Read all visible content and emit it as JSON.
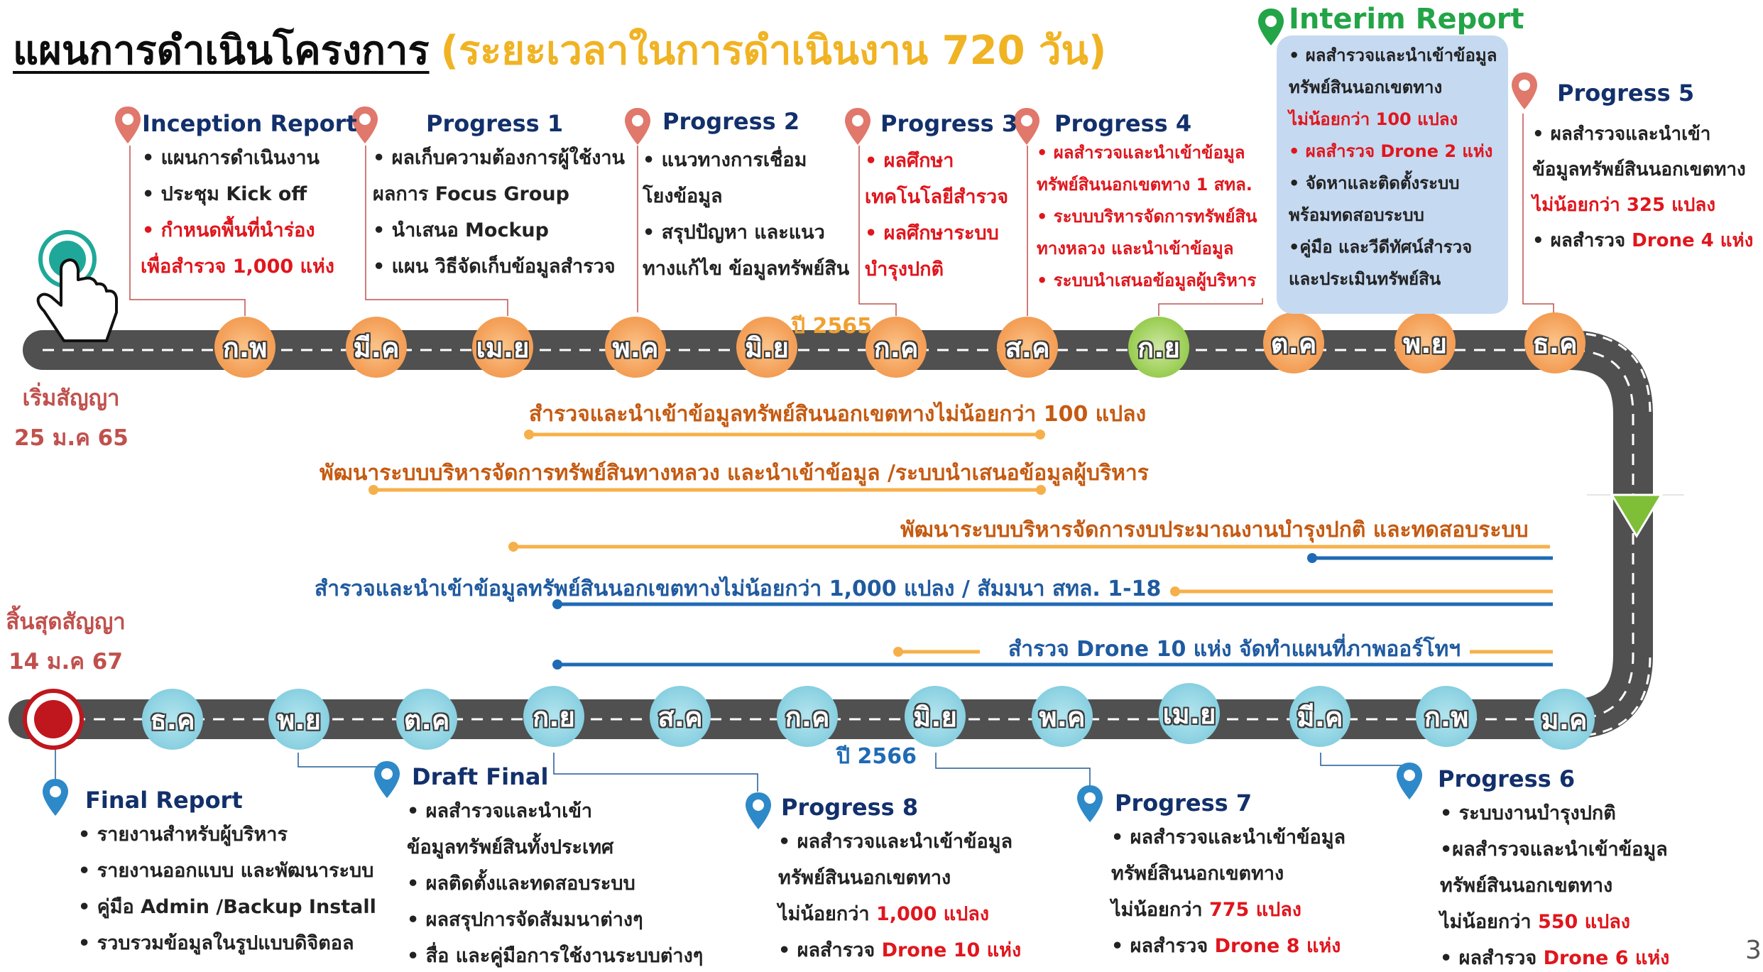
{
  "title": {
    "main": "แผนการดำเนินโครงการ",
    "sub": "(ระยะเวลาในการดำเนินงาน 720 วัน)"
  },
  "colors": {
    "orange": "#f6b04a",
    "blue": "#1f6ab5",
    "navy": "#12306b",
    "red": "#e0161d",
    "pin_red": "#e0786b",
    "pin_blue": "#2e89c9",
    "pin_green": "#23a447"
  },
  "start": {
    "label": "เริ่มสัญญา",
    "date": "25 ม.ค 65"
  },
  "end": {
    "label": "สิ้นสุดสัญญา",
    "date": "14 ม.ค 67"
  },
  "years": {
    "y2565": "ปี 2565",
    "y2566": "ปี 2566"
  },
  "top_months": [
    "ก.พ",
    "มี.ค",
    "เม.ย",
    "พ.ค",
    "มิ.ย",
    "ก.ค",
    "ส.ค",
    "ก.ย",
    "ต.ค",
    "พ.ย",
    "ธ.ค"
  ],
  "bottom_months": [
    "ธ.ค",
    "พ.ย",
    "ต.ค",
    "ก.ย",
    "ส.ค",
    "ก.ค",
    "มิ.ย",
    "พ.ค",
    "เม.ย",
    "มี.ค",
    "ก.พ",
    "ม.ค"
  ],
  "milestones": {
    "inception": {
      "title": "Inception Report",
      "items": [
        "• แผนการดำเนินงาน",
        "• ประชุม Kick off",
        "• กำหนดพื้นที่นำร่อง",
        "เพื่อสำรวจ 1,000 แห่ง"
      ]
    },
    "p1": {
      "title": "Progress 1",
      "items": [
        "• ผลเก็บความต้องการผู้ใช้งาน",
        "ผลการ Focus Group",
        "• นำเสนอ Mockup",
        "• แผน วิธีจัดเก็บข้อมูลสำรวจ"
      ]
    },
    "p2": {
      "title": "Progress 2",
      "items": [
        "• แนวทางการเชื่อม",
        "โยงข้อมูล",
        "• สรุปปัญหา และแนว",
        "ทางแก้ไข ข้อมูลทรัพย์สิน"
      ]
    },
    "p3": {
      "title": "Progress 3",
      "items": [
        "• ผลศึกษา",
        "เทคโนโลยีสำรวจ",
        "• ผลศึกษาระบบ",
        "บำรุงปกติ"
      ]
    },
    "p4": {
      "title": "Progress 4",
      "items": [
        "• ผลสำรวจและนำเข้าข้อมูล",
        "ทรัพย์สินนอกเขตทาง 1 สทล.",
        "• ระบบบริหารจัดการทรัพย์สิน",
        "ทางหลวง และนำเข้าข้อมูล",
        "• ระบบนำเสนอข้อมูลผู้บริหาร"
      ]
    },
    "interim": {
      "title": "Interim Report",
      "items": [
        "• ผลสำรวจและนำเข้าข้อมูล",
        "ทรัพย์สินนอกเขตทาง",
        "ไม่น้อยกว่า 100 แปลง",
        "• ผลสำรวจ Drone 2 แห่ง",
        "• จัดหาและติดตั้งระบบ",
        "พร้อมทดสอบระบบ",
        "•คู่มือ และวีดีทัศน์สำรวจ",
        "และประเมินทรัพย์สิน"
      ]
    },
    "p5": {
      "title": "Progress 5",
      "items": [
        "• ผลสำรวจและนำเข้า",
        "ข้อมูลทรัพย์สินนอกเขตทาง",
        "ไม่น้อยกว่า 325 แปลง",
        "• ผลสำรวจ",
        "Drone 4 แห่ง"
      ]
    },
    "final": {
      "title": "Final Report",
      "items": [
        "• รายงานสำหรับผู้บริหาร",
        "• รายงานออกแบบ และพัฒนาระบบ",
        "• คู่มือ Admin /Backup Install",
        "• รวบรวมข้อมูลในรูปแบบดิจิตอล"
      ]
    },
    "draft": {
      "title": "Draft Final",
      "items": [
        "• ผลสำรวจและนำเข้า",
        "ข้อมูลทรัพย์สินทั้งประเทศ",
        "• ผลติดตั้งและทดสอบระบบ",
        "• ผลสรุปการจัดสัมมนาต่างๆ",
        "• สื่อ และคู่มือการใช้งานระบบต่างๆ"
      ]
    },
    "p8": {
      "title": "Progress 8",
      "items": [
        "• ผลสำรวจและนำเข้าข้อมูล",
        "ทรัพย์สินนอกเขตทาง",
        "ไม่น้อยกว่า",
        "1,000 แปลง",
        "• ผลสำรวจ",
        "Drone 10 แห่ง"
      ]
    },
    "p7": {
      "title": "Progress 7",
      "items": [
        "• ผลสำรวจและนำเข้าข้อมูล",
        "ทรัพย์สินนอกเขตทาง",
        "ไม่น้อยกว่า",
        "775 แปลง",
        "• ผลสำรวจ",
        "Drone 8 แห่ง"
      ]
    },
    "p6": {
      "title": "Progress 6",
      "items": [
        "• ระบบงานบำรุงปกติ",
        "•ผลสำรวจและนำเข้าข้อมูล",
        "ทรัพย์สินนอกเขตทาง",
        "ไม่น้อยกว่า",
        "550 แปลง",
        "• ผลสำรวจ",
        "Drone 6 แห่ง"
      ]
    }
  },
  "activities": [
    "สำรวจและนำเข้าข้อมูลทรัพย์สินนอกเขตทางไม่น้อยกว่า 100 แปลง",
    "พัฒนาระบบบริหารจัดการทรัพย์สินทางหลวง และนำเข้าข้อมูล /ระบบนำเสนอข้อมูลผู้บริหาร",
    "พัฒนาระบบบริหารจัดการงบประมาณงานบำรุงปกติ และทดสอบระบบ",
    "สำรวจและนำเข้าข้อมูลทรัพย์สินนอกเขตทางไม่น้อยกว่า 1,000 แปลง / สัมมนา สทล. 1-18",
    "สำรวจ Drone 10 แห่ง จัดทำแผนที่ภาพออร์โทฯ"
  ],
  "page_number": "3"
}
